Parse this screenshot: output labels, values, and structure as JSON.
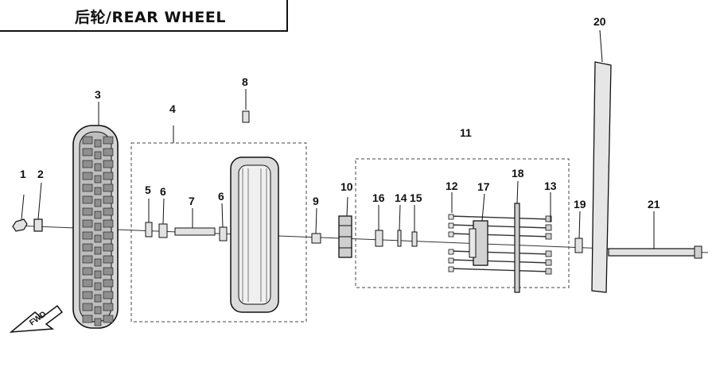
{
  "title": "后轮/REAR WHEEL",
  "callouts": {
    "c1": "1",
    "c2": "2",
    "c3": "3",
    "c4": "4",
    "c5": "5",
    "c6a": "6",
    "c6b": "6",
    "c7": "7",
    "c8": "8",
    "c9": "9",
    "c10": "10",
    "c11": "11",
    "c12": "12",
    "c13": "13",
    "c14": "14",
    "c15": "15",
    "c16": "16",
    "c17": "17",
    "c18": "18",
    "c19": "19",
    "c20": "20",
    "c21": "21"
  },
  "direction_badge": "FWD",
  "colors": {
    "line": "#111111",
    "fill": "#e2e2e2",
    "background": "#ffffff"
  }
}
